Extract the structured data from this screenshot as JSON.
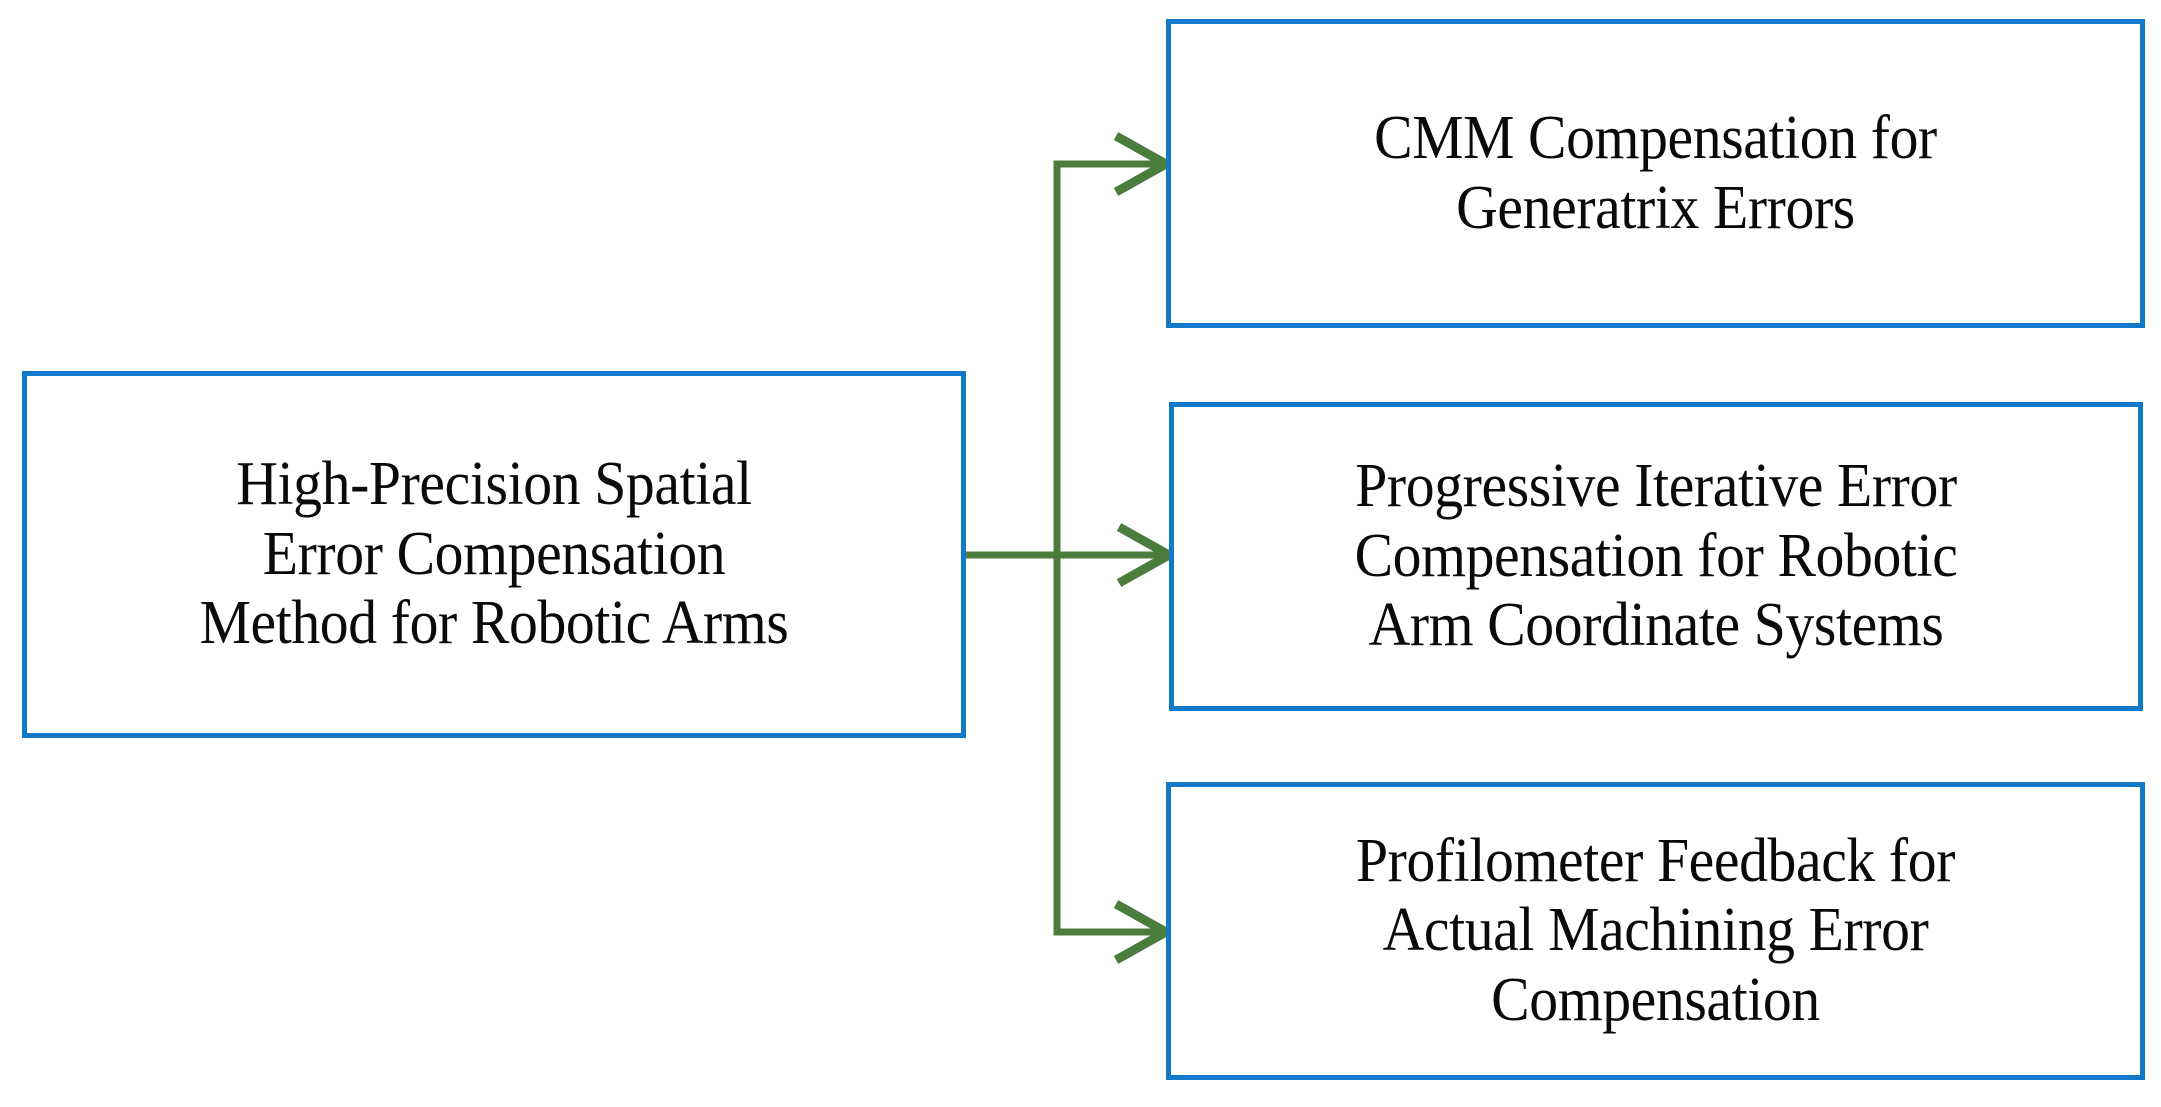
{
  "diagram": {
    "type": "hierarchy-tree",
    "orientation": "left-to-right",
    "background_color": "#ffffff",
    "node_border_color": "#1278c8",
    "node_fill_color": "#ffffff",
    "node_text_color": "#0a0a0a",
    "connector_color": "#4a7c3c",
    "root": {
      "id": "root",
      "label": "High-Precision Spatial\nError Compensation\nMethod for Robotic Arms"
    },
    "branches": [
      {
        "id": "branch-0",
        "label": "CMM Compensation for\nGeneratrix Errors"
      },
      {
        "id": "branch-1",
        "label": "Progressive Iterative Error\nCompensation for Robotic\nArm Coordinate Systems"
      },
      {
        "id": "branch-2",
        "label": "Profilometer Feedback for\nActual Machining Error\nCompensation"
      }
    ],
    "connectors": [
      {
        "id": "connector-root-to-branch-0",
        "from": "root",
        "to": "branch-0",
        "arrowhead": "open-chevron"
      },
      {
        "id": "connector-root-to-branch-1",
        "from": "root",
        "to": "branch-1",
        "arrowhead": "open-chevron"
      },
      {
        "id": "connector-root-to-branch-2",
        "from": "root",
        "to": "branch-2",
        "arrowhead": "open-chevron"
      }
    ]
  }
}
